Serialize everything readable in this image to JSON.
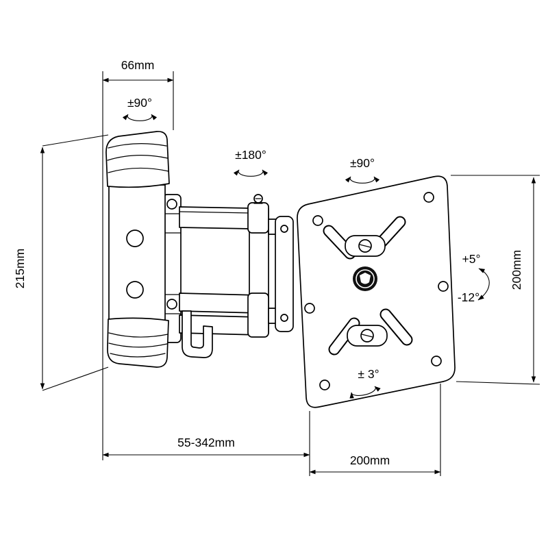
{
  "palette": {
    "background": "#ffffff",
    "line": "#000000"
  },
  "diagram": {
    "dimensions": {
      "depth": "66mm",
      "height": "215mm",
      "extension": "55-342mm",
      "plate_width": "200mm",
      "plate_height": "200mm"
    },
    "angles": {
      "wall_swivel": "±90°",
      "elbow_swivel": "±180°",
      "plate_swivel": "±90°",
      "tilt_up": "+5°",
      "tilt_down": "-12°",
      "level_adjust": "± 3°"
    }
  }
}
